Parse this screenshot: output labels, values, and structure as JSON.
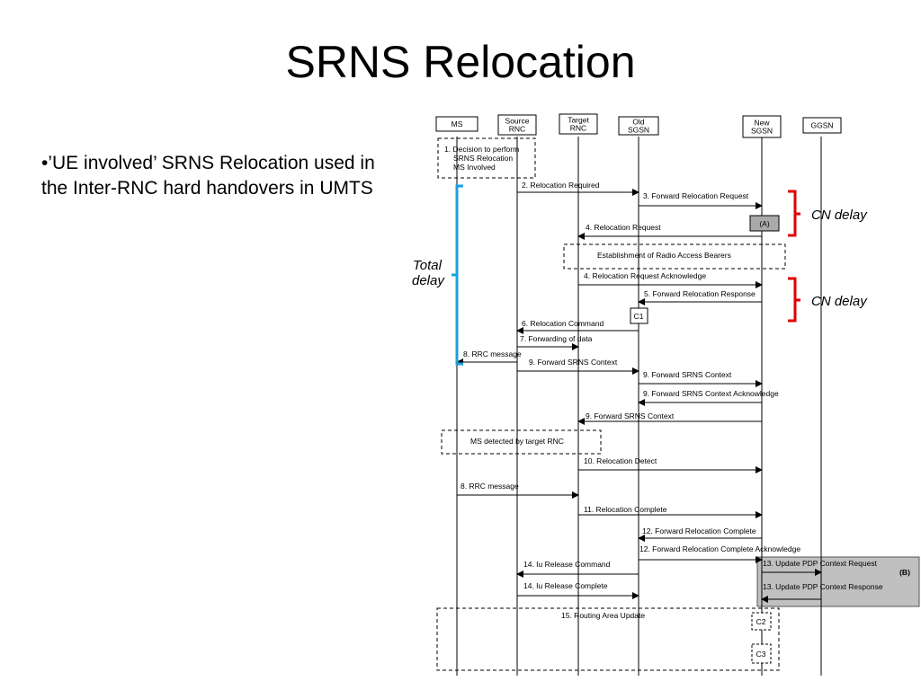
{
  "slide": {
    "title": "SRNS Relocation",
    "bullet": "•’UE involved’ SRNS Relocation used in the Inter-RNC hard handovers in UMTS"
  },
  "diagram": {
    "entities": [
      {
        "id": "ms",
        "lines": [
          "MS"
        ]
      },
      {
        "id": "srnc",
        "lines": [
          "Source",
          "RNC"
        ]
      },
      {
        "id": "trnc",
        "lines": [
          "Target",
          "RNC"
        ]
      },
      {
        "id": "osgsn",
        "lines": [
          "Old",
          "SGSN"
        ]
      },
      {
        "id": "nsgsn",
        "lines": [
          "New",
          "SGSN"
        ]
      },
      {
        "id": "ggsn",
        "lines": [
          "GGSN"
        ]
      }
    ],
    "messages": [
      {
        "label": "2. Relocation Required",
        "from": "srnc",
        "to": "osgsn"
      },
      {
        "label": "3. Forward Relocation Request",
        "from": "osgsn",
        "to": "nsgsn"
      },
      {
        "label": "4. Relocation Request",
        "from": "nsgsn",
        "to": "trnc"
      },
      {
        "label": "4. Relocation Request Acknowledge",
        "from": "trnc",
        "to": "nsgsn"
      },
      {
        "label": "5. Forward Relocation Response",
        "from": "nsgsn",
        "to": "osgsn"
      },
      {
        "label": "6. Relocation Command",
        "from": "osgsn",
        "to": "srnc"
      },
      {
        "label": "7. Forwarding of data",
        "from": "srnc",
        "to": "trnc"
      },
      {
        "label": "8. RRC message",
        "from": "srnc",
        "to": "ms"
      },
      {
        "label": "9. Forward SRNS Context",
        "from": "srnc",
        "to": "osgsn"
      },
      {
        "label": "9. Forward SRNS Context",
        "from": "osgsn",
        "to": "nsgsn"
      },
      {
        "label": "9. Forward SRNS Context Acknowledge",
        "from": "nsgsn",
        "to": "osgsn"
      },
      {
        "label": "9. Forward SRNS Context",
        "from": "nsgsn",
        "to": "trnc"
      },
      {
        "label": "10. Relocation Detect",
        "from": "trnc",
        "to": "nsgsn"
      },
      {
        "label": "8. RRC message",
        "from": "ms",
        "to": "trnc"
      },
      {
        "label": "11. Relocation Complete",
        "from": "trnc",
        "to": "nsgsn"
      },
      {
        "label": "12. Forward Relocation Complete",
        "from": "nsgsn",
        "to": "osgsn"
      },
      {
        "label": "12. Forward Relocation Complete Acknowledge",
        "from": "osgsn",
        "to": "nsgsn"
      },
      {
        "label": "13. Update PDP Context Request",
        "from": "nsgsn",
        "to": "ggsn"
      },
      {
        "label": "14. Iu Release Command",
        "from": "osgsn",
        "to": "srnc"
      },
      {
        "label": "13. Update PDP Context Response",
        "from": "ggsn",
        "to": "nsgsn"
      },
      {
        "label": "14. Iu Release Complete",
        "from": "srnc",
        "to": "osgsn"
      }
    ],
    "boxes": [
      {
        "lines": [
          "1. Decision to perform",
          "SRNS Relocation",
          "MS Involved"
        ]
      },
      {
        "lines": [
          "Establishment of Radio Access Bearers"
        ]
      },
      {
        "lines": [
          "MS detected by target RNC"
        ]
      },
      {
        "lines": [
          "15. Routing Area Update"
        ]
      }
    ],
    "markers": {
      "a": "(A)",
      "b": "(B)",
      "c1": "C1",
      "c2": "C2",
      "c3": "C3"
    },
    "annotations": {
      "total_delay": [
        "Total",
        "delay"
      ],
      "cn_delay_1": "CN delay",
      "cn_delay_2": "CN delay"
    },
    "colors": {
      "total_delay_bracket": "#1aa0e0",
      "cn_delay_bracket": "#e00000",
      "shaded": "#c0c0c0"
    }
  }
}
